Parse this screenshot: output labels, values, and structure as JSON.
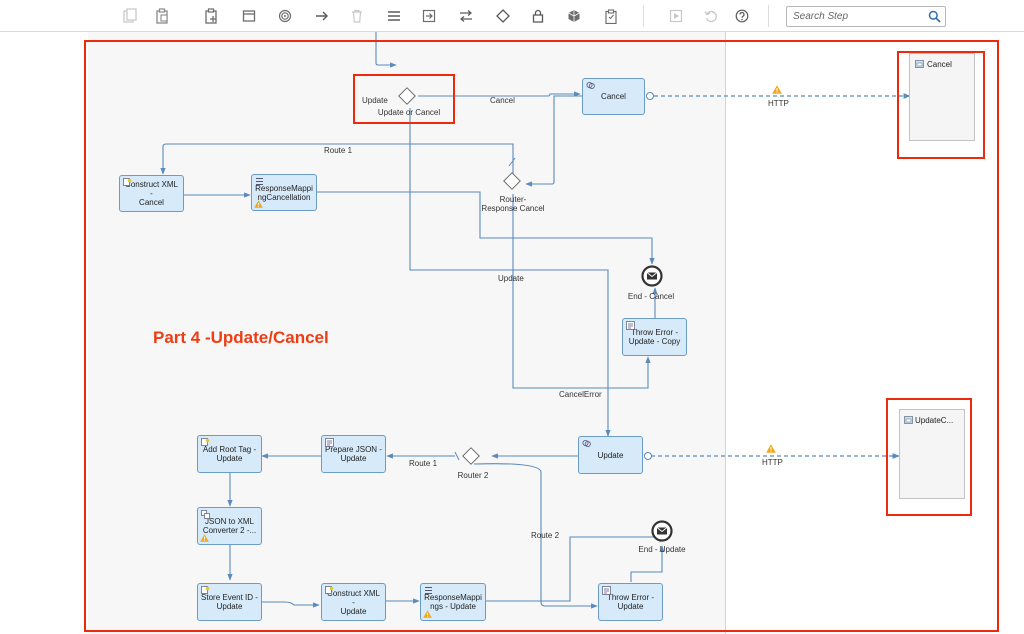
{
  "toolbar": {
    "search_placeholder": "Search Step",
    "buttons": [
      {
        "name": "copy-icon",
        "enabled": false
      },
      {
        "name": "paste-icon",
        "enabled": false
      },
      {
        "name": "add-step-icon",
        "enabled": true
      },
      {
        "name": "participant-icon",
        "enabled": true
      },
      {
        "name": "event-target-icon",
        "enabled": true
      },
      {
        "name": "connect-arrow-icon",
        "enabled": true
      },
      {
        "name": "delete-icon",
        "enabled": false
      },
      {
        "name": "menu-list-icon",
        "enabled": true
      },
      {
        "name": "mapping-icon",
        "enabled": true
      },
      {
        "name": "swap-icon",
        "enabled": true
      },
      {
        "name": "gateway-icon",
        "enabled": true
      },
      {
        "name": "lock-icon",
        "enabled": true
      },
      {
        "name": "package-icon",
        "enabled": true
      },
      {
        "name": "clipboard-icon",
        "enabled": true
      },
      {
        "name": "play-icon",
        "enabled": false
      },
      {
        "name": "undo-icon",
        "enabled": false
      },
      {
        "name": "help-icon",
        "enabled": true
      }
    ]
  },
  "title": "Part 4 -Update/Cancel",
  "participants": {
    "cancel": "Cancel",
    "update": "UpdateC..."
  },
  "tasks": {
    "construct_xml_cancel": "Construct XML -\nCancel",
    "response_mapping_cancellation": "ResponseMappi\nngCancellation",
    "cancel": "Cancel",
    "throw_error_update_copy": "Throw Error -\nUpdate - Copy",
    "update": "Update",
    "prepare_json_update": "Prepare JSON -\nUpdate",
    "add_root_tag_update": "Add Root Tag -\nUpdate",
    "json_to_xml_converter": "JSON to XML\nConverter 2 -...",
    "store_event_id_update": "Store Event ID -\nUpdate",
    "construct_xml_update": "Construct XML -\nUpdate",
    "response_mappings_update": "ResponseMappi\nngs - Update",
    "throw_error_update": "Throw Error -\nUpdate"
  },
  "gateways": {
    "update_or_cancel": "Update or Cancel",
    "router_response_cancel": "Router-\nResponse Cancel",
    "router_2": "Router 2"
  },
  "events": {
    "end_cancel": "End - Cancel",
    "end_update": "End - Update"
  },
  "flow_labels": {
    "update_in": "Update",
    "cancel": "Cancel",
    "route_1_top": "Route 1",
    "update_mid": "Update",
    "cancel_error": "CancelError",
    "route_1_bottom": "Route 1",
    "route_2": "Route 2",
    "http_top": "HTTP",
    "http_bottom": "HTTP"
  },
  "colors": {
    "highlight": "#ee2a0e",
    "task_fill": "#d6eafa",
    "task_border": "#6b9cc8",
    "connector": "#5a8bbd",
    "warning": "#f0a81c"
  }
}
